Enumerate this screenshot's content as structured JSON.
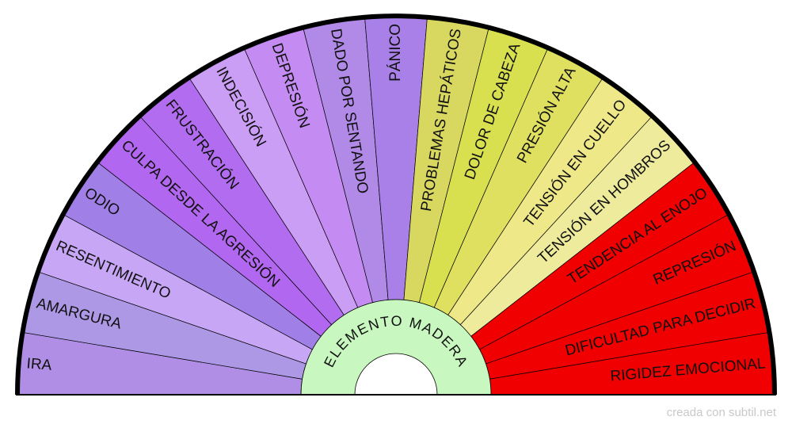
{
  "center": {
    "title": "ELEMENTO MADERA",
    "color": "#c8f7c0"
  },
  "outline_color": "#000000",
  "segments": [
    {
      "label": "IRA",
      "color": "#b08ee6"
    },
    {
      "label": "AMARGURA",
      "color": "#ad98e6"
    },
    {
      "label": "RESENTIMIENTO",
      "color": "#c7a6f6"
    },
    {
      "label": "ODIO",
      "color": "#a07fe6"
    },
    {
      "label": "CULPA DESDE LA AGRESIÓN",
      "color": "#b267f0"
    },
    {
      "label": "FRUSTRACIÓN",
      "color": "#b26cf0"
    },
    {
      "label": "INDECISIÓN",
      "color": "#cb9ef6"
    },
    {
      "label": "DEPRESIÓN",
      "color": "#c48cf2"
    },
    {
      "label": "DADO POR SENTANDO",
      "color": "#b08ae6"
    },
    {
      "label": "PÁNICO",
      "color": "#a880e8"
    },
    {
      "label": "PROBLEMAS HEPÁTICOS",
      "color": "#d8d860"
    },
    {
      "label": "DOLOR DE CABEZA",
      "color": "#d8e050"
    },
    {
      "label": "PRESIÓN ALTA",
      "color": "#e0e060"
    },
    {
      "label": "TENSIÓN EN CUELLO",
      "color": "#eee888"
    },
    {
      "label": "TENSIÓN EN HOMBROS",
      "color": "#eeec9c"
    },
    {
      "label": "TENDENCIA AL ENOJO",
      "color": "#f00000"
    },
    {
      "label": "REPRESIÓN",
      "color": "#f00000"
    },
    {
      "label": "DIFICULTAD PARA DECIDIR",
      "color": "#f00000"
    },
    {
      "label": "RIGIDEZ EMOCIONAL",
      "color": "#f00000"
    }
  ],
  "credit": "creada con subtil.net"
}
